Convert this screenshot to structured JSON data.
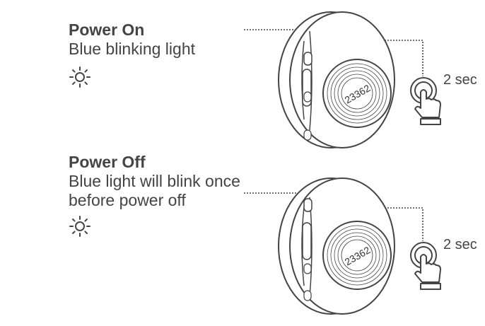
{
  "power_on": {
    "title": "Power On",
    "description_lines": [
      "Blue blinking light"
    ],
    "indicator_icon": "light-blink-icon",
    "press_duration": "2 sec",
    "device_logo": "23362"
  },
  "power_off": {
    "title": "Power Off",
    "description_lines": [
      "Blue light will blink once",
      "before power off"
    ],
    "indicator_icon": "light-blink-icon",
    "press_duration": "2 sec",
    "device_logo": "23362"
  },
  "colors": {
    "line": "#4a4a4a",
    "text": "#444444",
    "background": "#ffffff"
  }
}
